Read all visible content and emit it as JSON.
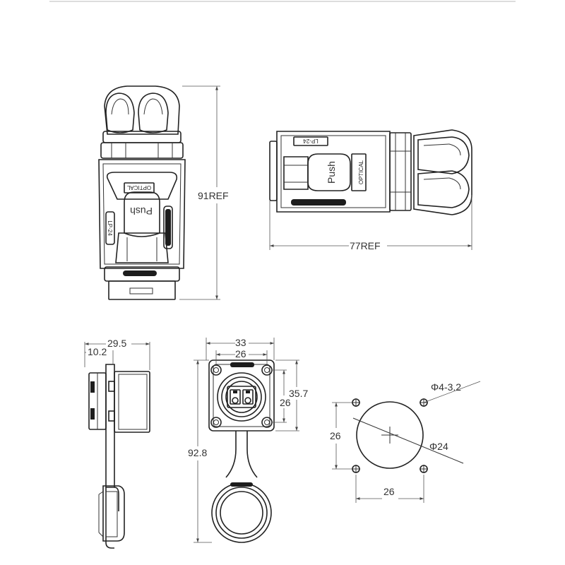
{
  "labels": {
    "push": "Push",
    "optical": "OPTICAL",
    "model": "LP-24"
  },
  "dimensions": {
    "height_ref": "91REF",
    "length_ref": "77REF",
    "side_depth": "29.5",
    "side_flange": "10.2",
    "flange_width": "33",
    "hole_pitch_top": "26",
    "flange_height": "35.7",
    "hole_pitch_right": "26",
    "overall_height": "92.8",
    "cutout_holes": "Φ4-3.2",
    "cutout_pitch_left": "26",
    "cutout_diameter": "Φ24",
    "cutout_pitch_bottom": "26"
  }
}
